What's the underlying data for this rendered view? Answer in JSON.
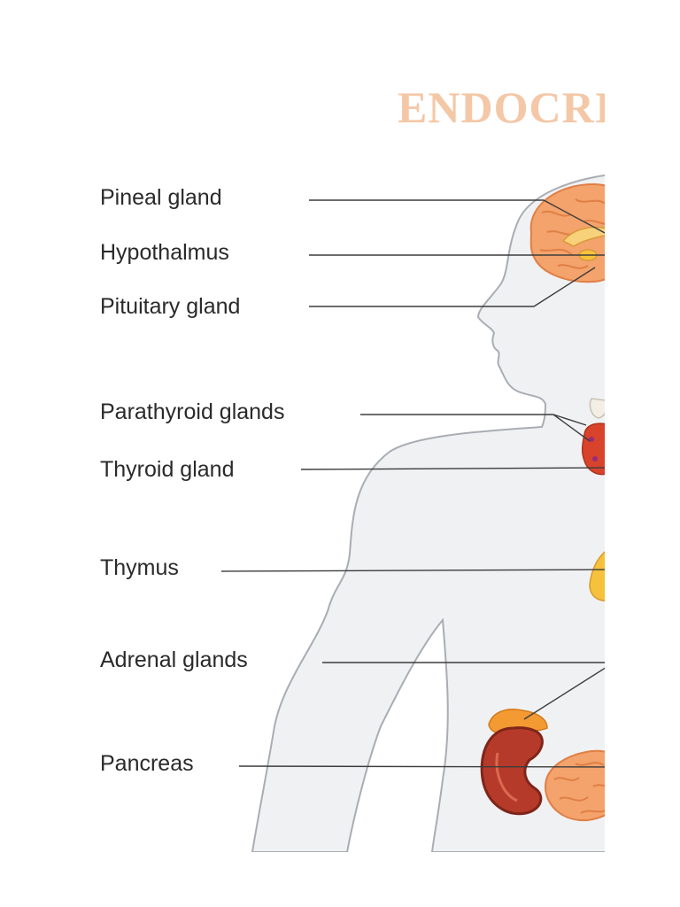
{
  "title": "ENDOCRINE SYSTEM",
  "labels": [
    {
      "key": "pineal",
      "text": "Pineal gland"
    },
    {
      "key": "hypothalamus",
      "text": "Hypothalmus"
    },
    {
      "key": "pituitary",
      "text": "Pituitary gland"
    },
    {
      "key": "parathyroid",
      "text": "Parathyroid glands"
    },
    {
      "key": "thyroid",
      "text": "Thyroid gland"
    },
    {
      "key": "thymus",
      "text": "Thymus"
    },
    {
      "key": "adrenal",
      "text": "Adrenal glands"
    },
    {
      "key": "pancreas",
      "text": "Pancreas"
    }
  ],
  "colors": {
    "title": "#f4c7a6",
    "body_fill": "#f0f1f3",
    "body_outline": "#a9adb3",
    "leader_line": "#3c3c3c",
    "brain": "#f3a36b",
    "thyroid": "#d8432c",
    "thymus": "#f6c23c",
    "kidney": "#b63a2a",
    "adrenal": "#f39a32",
    "pancreas": "#f3a36b"
  }
}
